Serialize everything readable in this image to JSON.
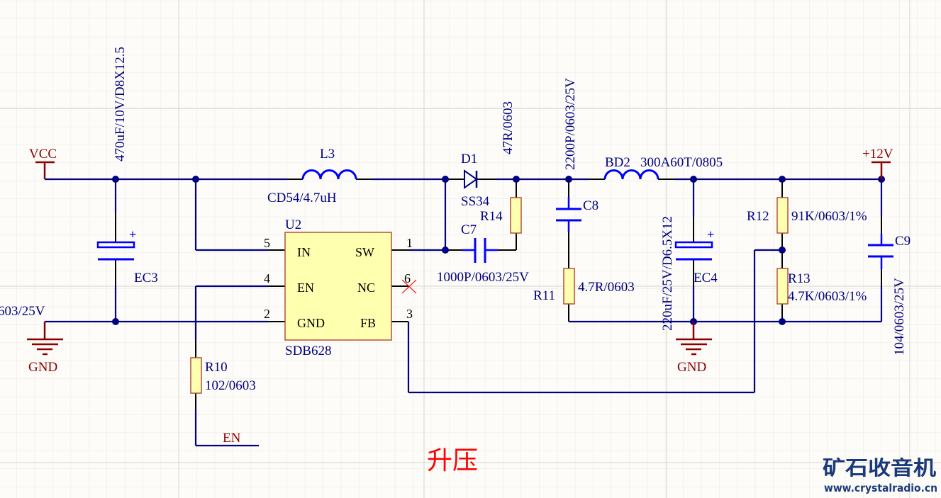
{
  "schematic": {
    "title": "升压",
    "power_ports": {
      "vcc": "VCC",
      "plus12v": "+12V",
      "gnd_left": "GND",
      "gnd_right": "GND",
      "en_port": "EN"
    },
    "components": {
      "ec3": {
        "ref": "EC3",
        "value": "470uF/10V/D8X12.5"
      },
      "l3": {
        "ref": "L3",
        "value": "CD54/4.7uH"
      },
      "d1": {
        "ref": "D1",
        "value": "SS34"
      },
      "r14": {
        "ref": "R14",
        "value": "47R/0603"
      },
      "c7": {
        "ref": "C7",
        "value": "1000P/0603/25V"
      },
      "c8": {
        "ref": "C8",
        "value": "2200P/0603/25V"
      },
      "r11": {
        "ref": "R11",
        "value": "4.7R/0603"
      },
      "bd2": {
        "ref": "BD2",
        "value": "300A60T/0805"
      },
      "ec4": {
        "ref": "EC4",
        "value": "220uF/25V/D6.5X12"
      },
      "r12": {
        "ref": "R12",
        "value": "91K/0603/1%"
      },
      "r13": {
        "ref": "R13",
        "value": "4.7K/0603/1%"
      },
      "c9": {
        "ref": "C9",
        "value": "104/0603/25V"
      },
      "r10": {
        "ref": "R10",
        "value": "102/0603"
      },
      "left_cap_partial_value": "603/25V"
    },
    "ic": {
      "ref": "U2",
      "part": "SDB628",
      "pins": [
        {
          "num": "5",
          "name": "IN"
        },
        {
          "num": "4",
          "name": "EN"
        },
        {
          "num": "2",
          "name": "GND"
        },
        {
          "num": "1",
          "name": "SW"
        },
        {
          "num": "6",
          "name": "NC"
        },
        {
          "num": "3",
          "name": "FB"
        }
      ]
    }
  },
  "watermark": {
    "name": "矿石收音机",
    "url": "www.crystalradio.cn"
  },
  "colors": {
    "background": "#fdfcf8",
    "grid": "#ebe9e2",
    "wire": "#000080",
    "component": "#0000ff",
    "power": "#8b0000",
    "resistor_fill": "#ffffb0",
    "ic_fill": "#ffffb0",
    "title": "#ff0000"
  }
}
